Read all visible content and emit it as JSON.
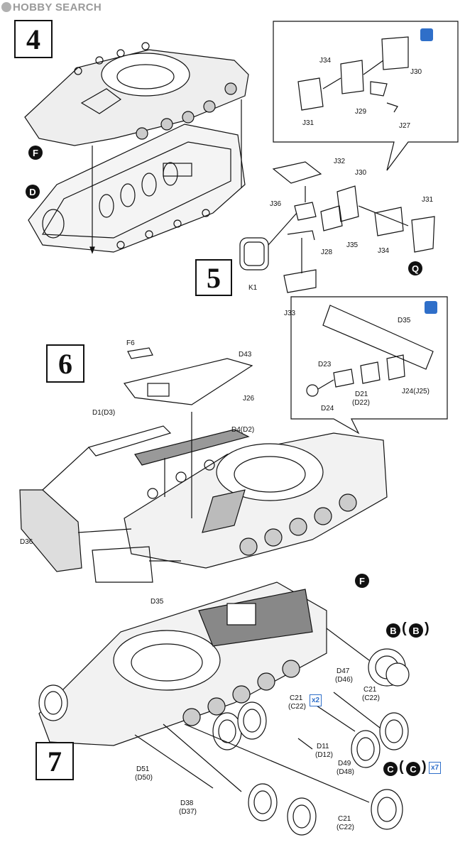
{
  "watermark": "HOBBY SEARCH",
  "steps": {
    "s4": "4",
    "s5": "5",
    "s6": "6",
    "s7": "7"
  },
  "colors": {
    "glue": "#2f6fc9",
    "line": "#111111"
  },
  "icons": {
    "glue": "glue-tube-icon"
  },
  "refs": {
    "F": "F",
    "D": "D",
    "Q": "Q",
    "B": "B",
    "C": "C"
  },
  "step5": {
    "inset": {
      "j34": "J34",
      "j30": "J30",
      "j31": "J31",
      "j29": "J29",
      "j27": "J27"
    },
    "main": {
      "j32": "J32",
      "j30": "J30",
      "j36": "J36",
      "j31": "J31",
      "j35": "J35",
      "j34": "J34",
      "j28": "J28",
      "k1": "K1",
      "j33": "J33"
    }
  },
  "step6": {
    "inset": {
      "d35": "D35",
      "d23": "D23",
      "d21": "D21",
      "d22": "(D22)",
      "d24": "D24",
      "j24": "J24(J25)"
    },
    "main": {
      "f6": "F6",
      "d43": "D43",
      "j26": "J26",
      "d1": "D1(D3)",
      "d4": "D4(D2)",
      "d36": "D36",
      "d35": "D35"
    }
  },
  "step7": {
    "d47": "D47",
    "d46": "(D46)",
    "c21a": "C21",
    "c22a": "(C22)",
    "x2": "x2",
    "c21b": "C21",
    "c22b": "(C22)",
    "d11": "D11",
    "d12": "(D12)",
    "d49": "D49",
    "d48": "(D48)",
    "d51": "D51",
    "d50": "(D50)",
    "d38": "D38",
    "d37": "(D37)",
    "c21c": "C21",
    "c22c": "(C22)",
    "x7": "x7",
    "paren_open": "(",
    "paren_close": ")"
  }
}
